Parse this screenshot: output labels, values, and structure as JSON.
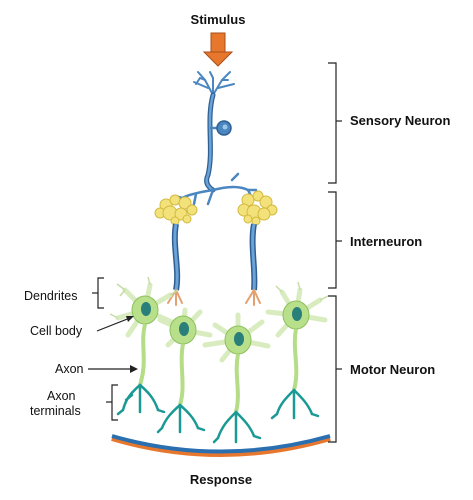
{
  "title": "Stimulus",
  "footer": "Response",
  "stages": {
    "sensory": "Sensory Neuron",
    "inter": "Interneuron",
    "motor": "Motor Neuron"
  },
  "parts": {
    "dendrites": "Dendrites",
    "cell_body": "Cell body",
    "axon": "Axon",
    "axon_terminals_line1": "Axon",
    "axon_terminals_line2": "terminals"
  },
  "colors": {
    "stimulus_arrow": "#e8772e",
    "sensory": "#4a86c0",
    "inter": "#4a86c0",
    "inter_dendrites": "#f3e27a",
    "motor_dendrites": "#d9ecc0",
    "motor_body": "#b8e08a",
    "motor_axon": "#b5dc86",
    "terminals": "#1b9a95",
    "nucleus": "#2a7f7a",
    "response_arc_top": "#2a6fb0",
    "response_arc_bottom": "#e8772e"
  }
}
